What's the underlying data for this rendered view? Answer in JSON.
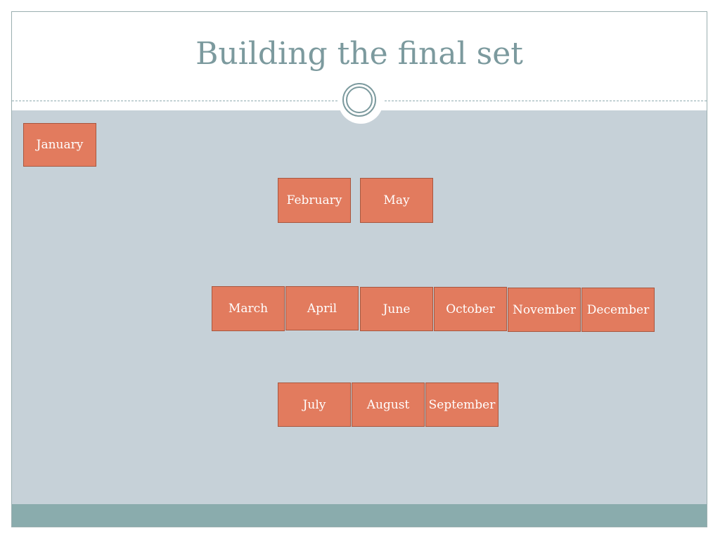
{
  "slide": {
    "title": "Building the final set"
  },
  "colors": {
    "title": "#7c9a9e",
    "body_background": "#c6d1d8",
    "footer_bar": "#8aacad",
    "box_fill": "#e27b5e",
    "box_border": "#a8573f",
    "box_text": "#ffffff"
  },
  "months": {
    "january": "January",
    "february": "February",
    "march": "March",
    "april": "April",
    "may": "May",
    "june": "June",
    "july": "July",
    "august": "August",
    "september": "September",
    "october": "October",
    "november": "November",
    "december": "December"
  }
}
